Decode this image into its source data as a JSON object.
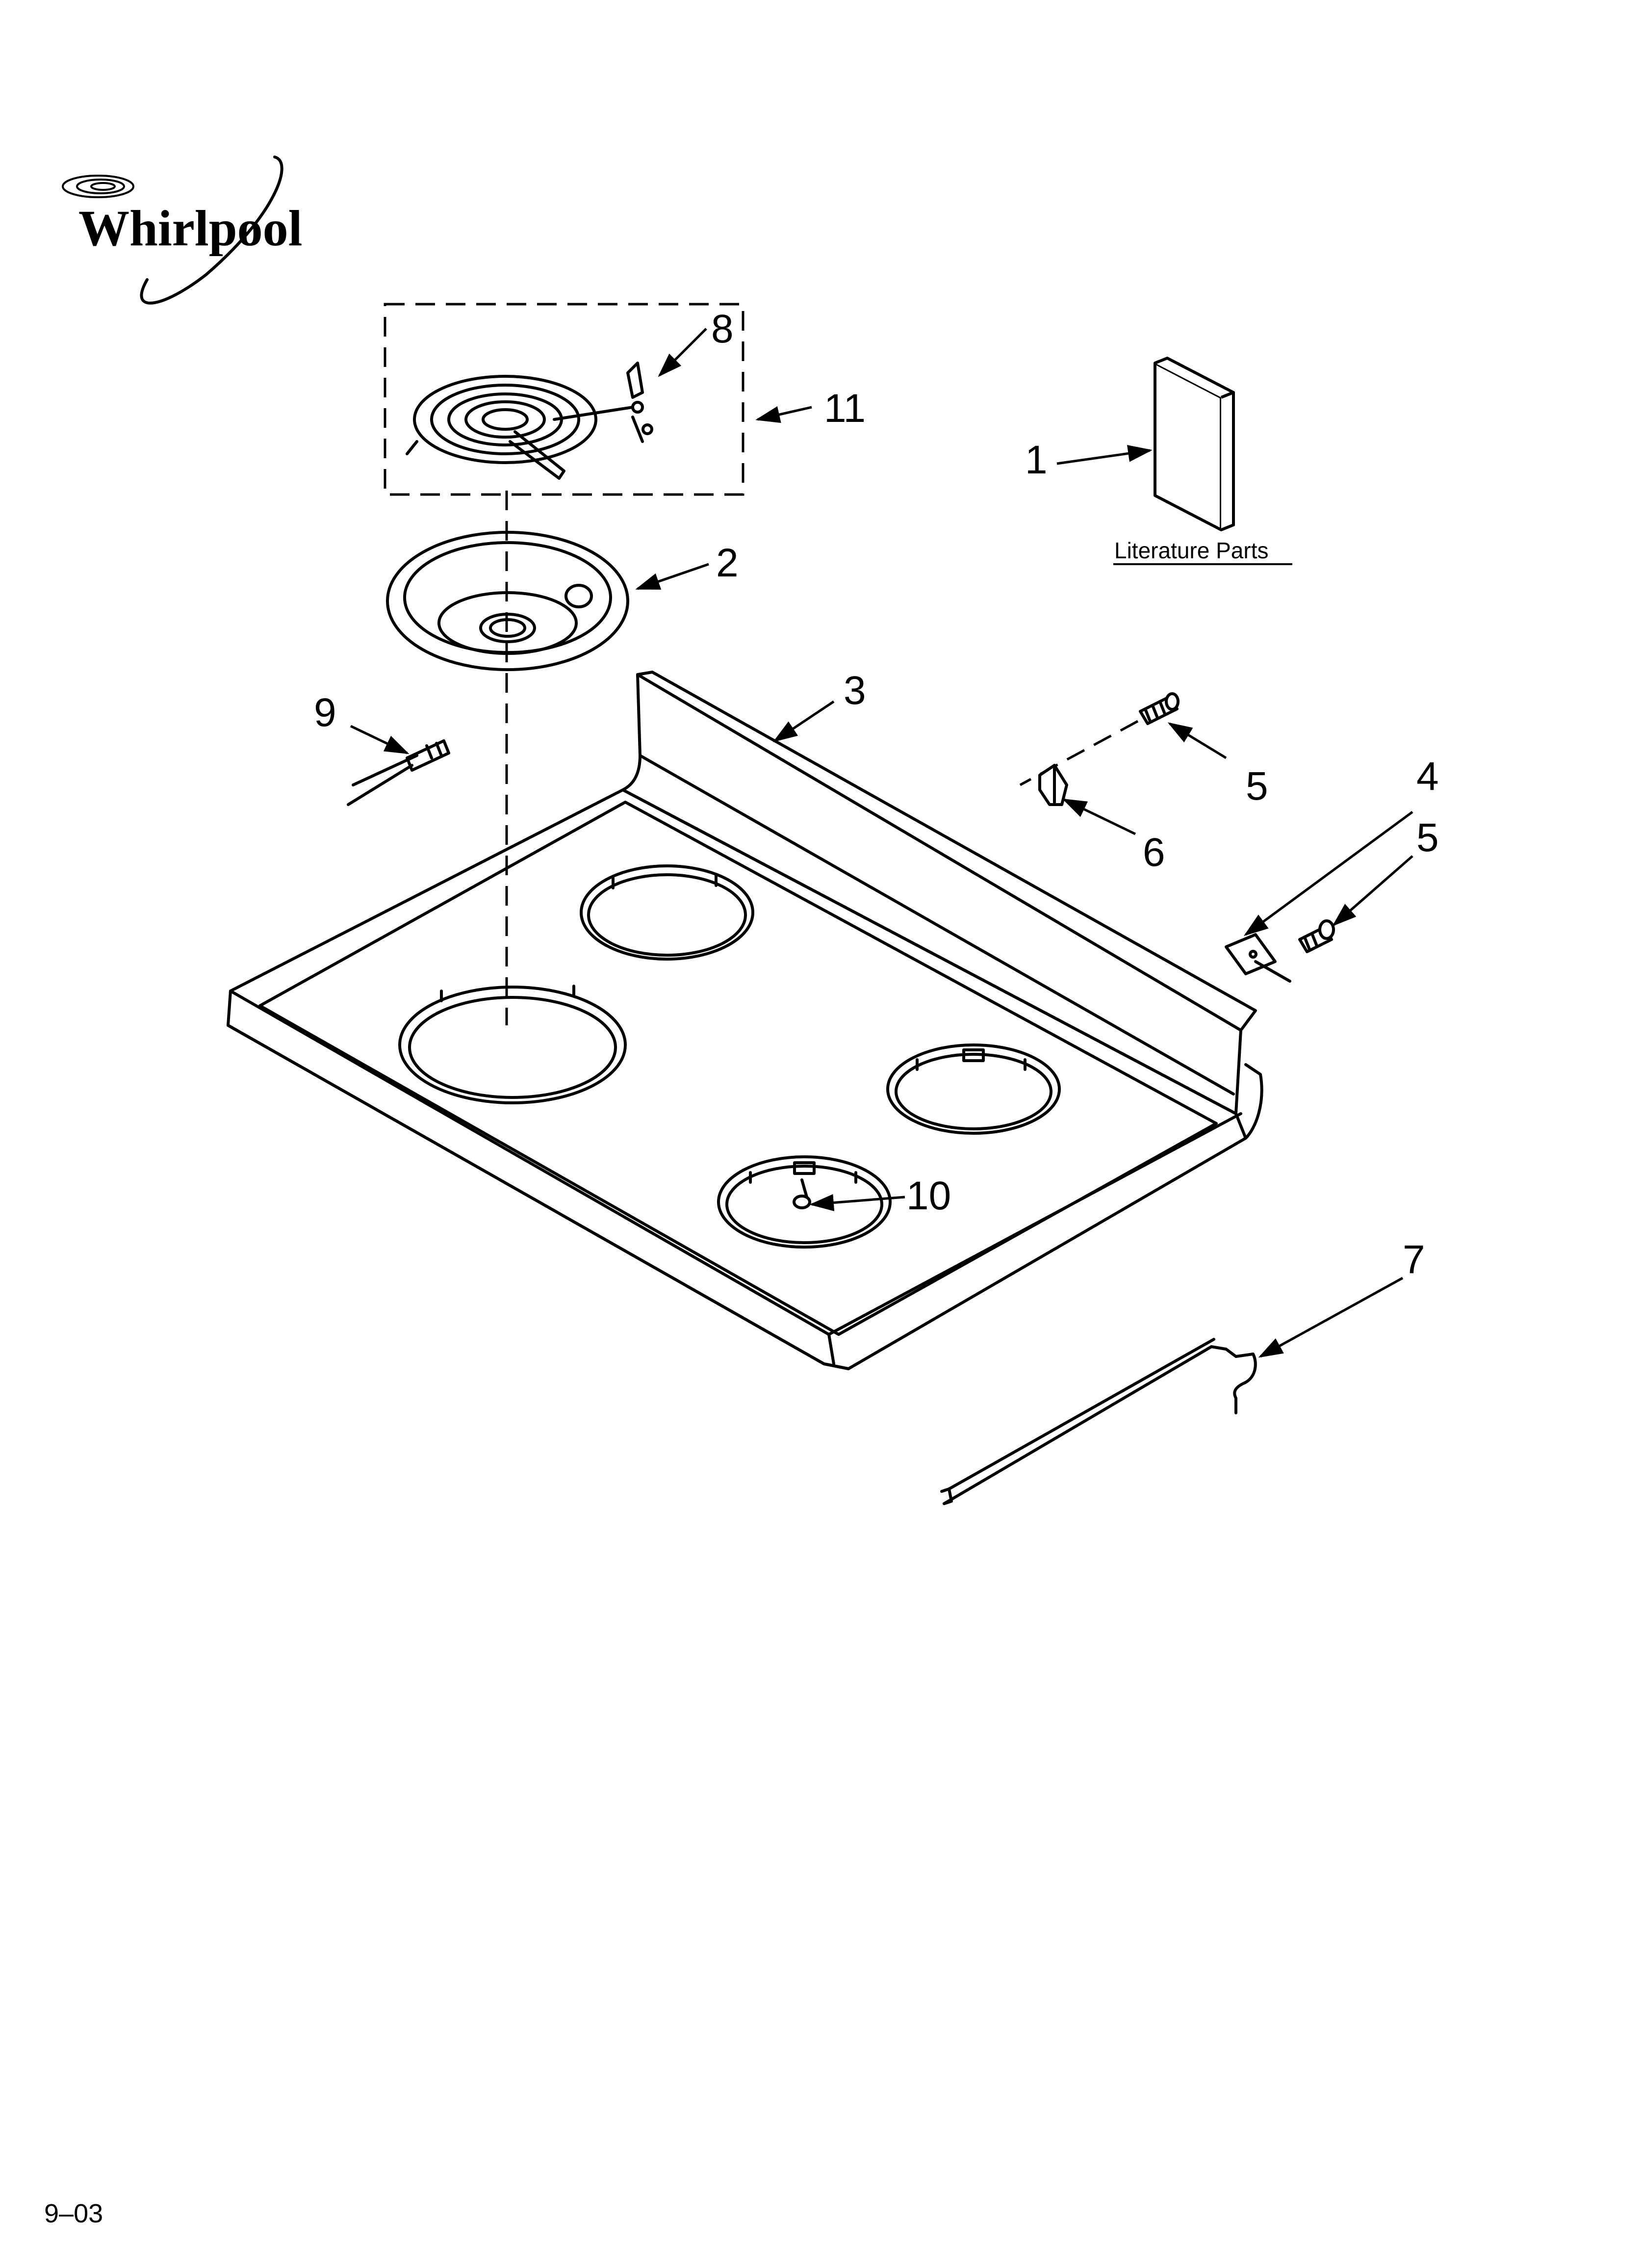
{
  "brand": {
    "logo_text": "Whirlpool"
  },
  "literature": {
    "label": "Literature Parts"
  },
  "callouts": {
    "c1": "1",
    "c2": "2",
    "c3": "3",
    "c4": "4",
    "c5a": "5",
    "c5b": "5",
    "c6": "6",
    "c7": "7",
    "c8": "8",
    "c9": "9",
    "c10": "10",
    "c11": "11"
  },
  "footer": {
    "date_code": "9–03"
  }
}
